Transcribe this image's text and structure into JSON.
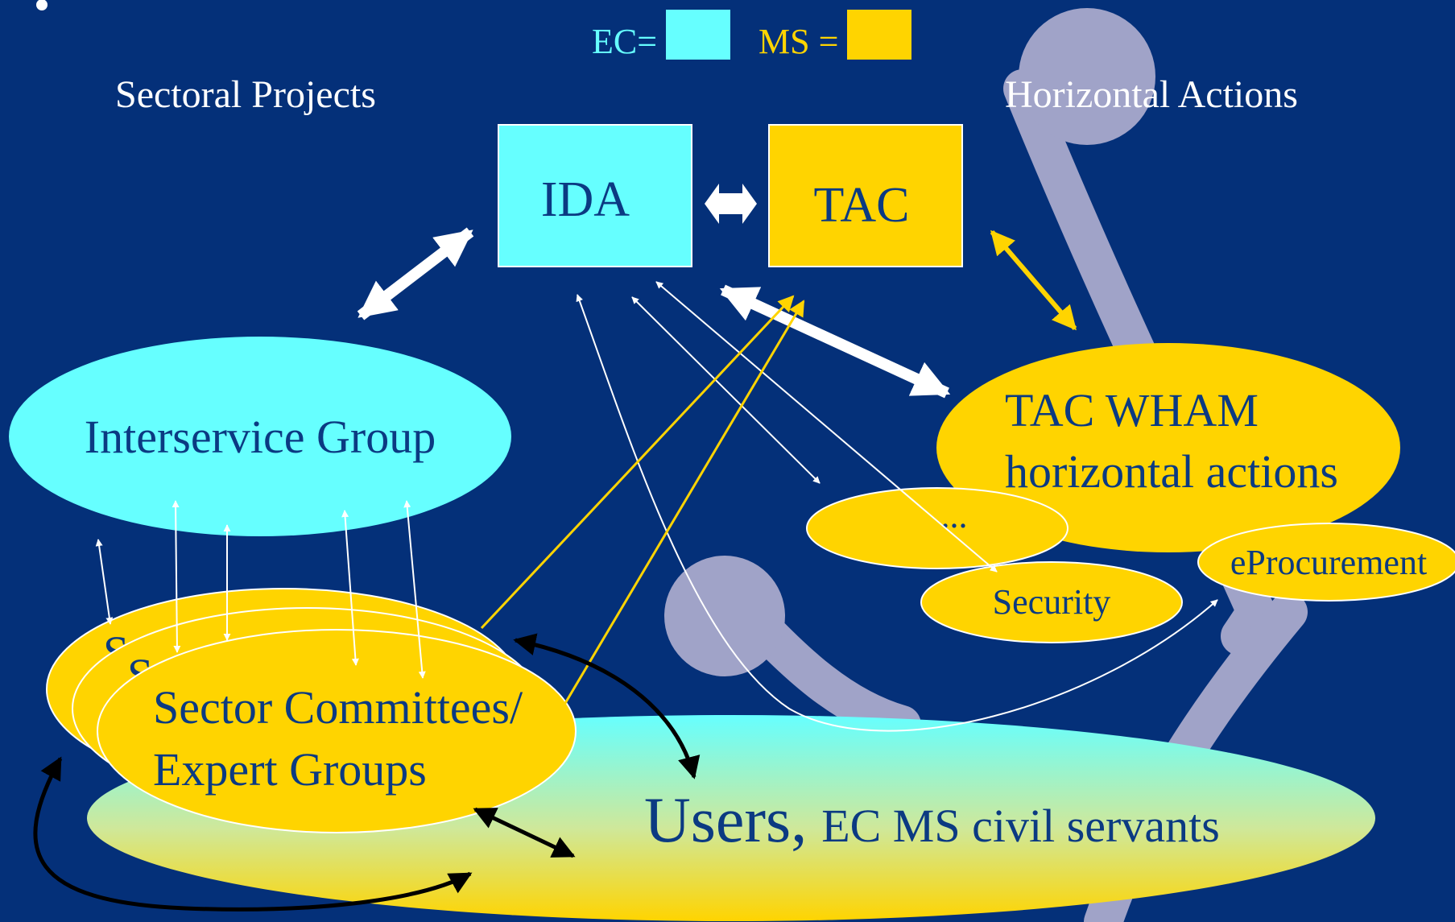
{
  "legend": {
    "ec_label": "EC=",
    "ms_label": "MS =",
    "ec_color": "#66ffff",
    "ms_color": "#ffd400"
  },
  "headers": {
    "left": "Sectoral Projects",
    "right": "Horizontal Actions"
  },
  "nodes": {
    "ida": "IDA",
    "tac": "TAC",
    "interservice": "Interservice Group",
    "tac_wham_line1": "TAC WHAM",
    "tac_wham_line2": "horizontal actions",
    "ellipsis": "...",
    "security": "Security",
    "eprocurement": "eProcurement",
    "stack_letter_back": "S",
    "stack_letter_mid": "S",
    "sector_line1": "Sector Committees/",
    "sector_line2": "Expert Groups",
    "users_main": "Users,",
    "users_sub": "EC MS civil servants"
  },
  "colors": {
    "background": "#043079",
    "ec": "#66ffff",
    "ms": "#ffd400",
    "text_dark": "#0b3a82",
    "text_light": "#ffffff",
    "decor": "#a0a3c8"
  },
  "icons": {
    "decor_top": "molecule-decoration",
    "decor_bottom": "molecule-decoration"
  }
}
